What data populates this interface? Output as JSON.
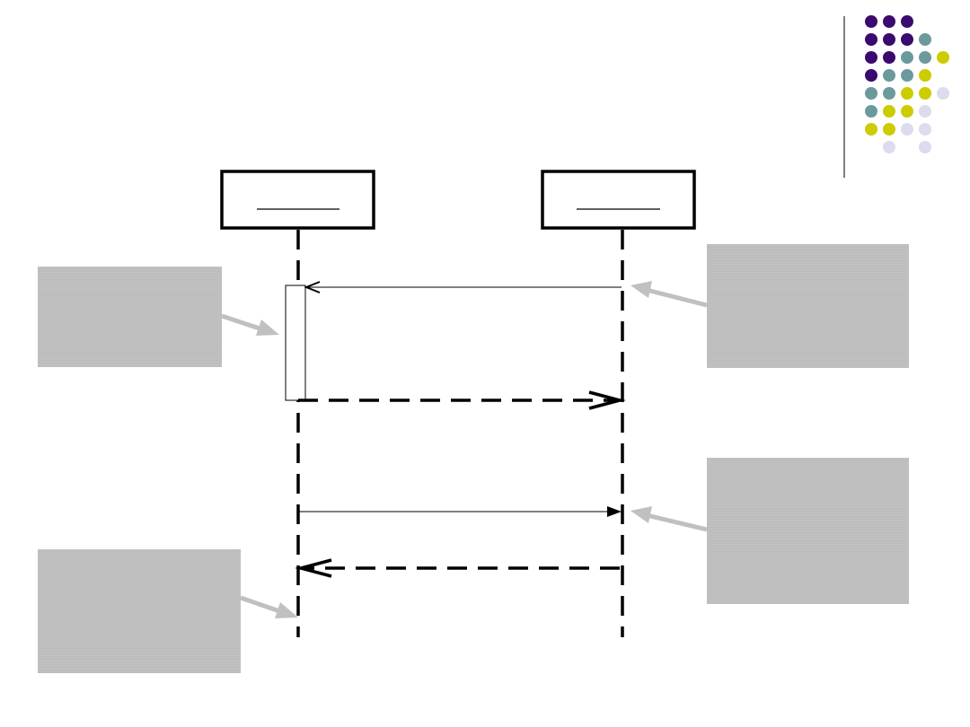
{
  "slide": {
    "title": ""
  },
  "colors": {
    "background": "#ffffff",
    "lifeline": "#000000",
    "note_fill": "#c0c0c0",
    "note_arrow": "#c0c0c0",
    "activation_fill": "#ffffff",
    "dot_purple": "#3b0a6f",
    "dot_teal": "#6b9a9c",
    "dot_yellow": "#cccc00",
    "dot_lavender": "#dcdcee",
    "divider": "#000000"
  },
  "decoration": {
    "dot_palette": [
      "purple",
      "teal",
      "yellow",
      "lavender"
    ],
    "dot_grid": [
      [
        "purple",
        "purple",
        "purple",
        "",
        ""
      ],
      [
        "purple",
        "purple",
        "purple",
        "teal",
        ""
      ],
      [
        "purple",
        "purple",
        "teal",
        "teal",
        "yellow"
      ],
      [
        "purple",
        "teal",
        "teal",
        "yellow",
        ""
      ],
      [
        "teal",
        "teal",
        "yellow",
        "yellow",
        "lavender"
      ],
      [
        "teal",
        "yellow",
        "yellow",
        "lavender",
        ""
      ],
      [
        "yellow",
        "yellow",
        "lavender",
        "lavender",
        ""
      ],
      [
        "",
        "lavender",
        "",
        "lavender",
        ""
      ]
    ]
  },
  "diagram": {
    "type": "sequence",
    "lifelines": [
      {
        "id": "object-left",
        "label": ""
      },
      {
        "id": "object-right",
        "label": ""
      }
    ],
    "messages": [
      {
        "id": "message-1",
        "from": "object-right",
        "to": "object-left",
        "style": "solid",
        "head": "open",
        "label": ""
      },
      {
        "id": "return-1",
        "from": "object-left",
        "to": "object-right",
        "style": "dashed",
        "head": "open",
        "label": ""
      },
      {
        "id": "message-2",
        "from": "object-left",
        "to": "object-right",
        "style": "solid",
        "head": "filled",
        "label": ""
      },
      {
        "id": "return-2",
        "from": "object-right",
        "to": "object-left",
        "style": "dashed",
        "head": "open",
        "label": ""
      }
    ],
    "activations": [
      {
        "id": "activation-left",
        "lifeline": "object-left"
      }
    ],
    "notes": [
      {
        "id": "note-activation",
        "text": "",
        "points_to": "activation-left"
      },
      {
        "id": "note-lifeline",
        "text": "",
        "points_to": "object-left"
      },
      {
        "id": "note-message-1",
        "text": "",
        "points_to": "message-1"
      },
      {
        "id": "note-message-2",
        "text": "",
        "points_to": "message-2"
      }
    ]
  }
}
